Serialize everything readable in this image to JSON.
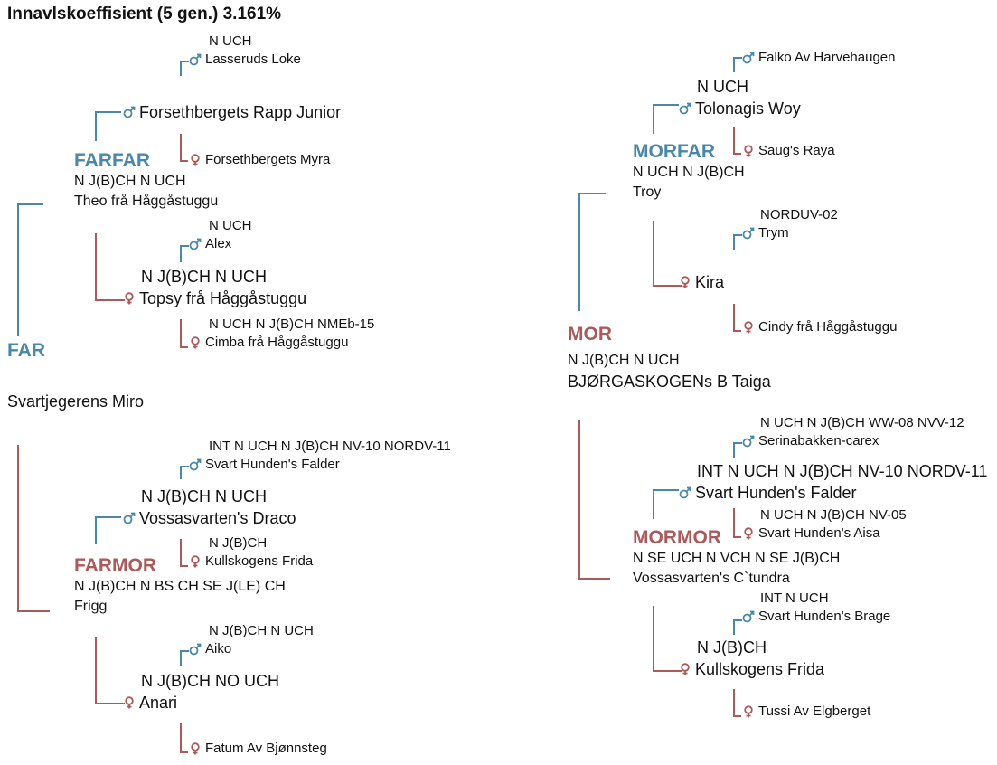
{
  "colors": {
    "male": "#4a87a8",
    "female": "#a95a5a",
    "text": "#111111"
  },
  "header": {
    "title": "Innavlskoeffisient (5 gen.) 3.161%"
  },
  "subject": {
    "name": "Svartjegerens Miro"
  },
  "roles": {
    "far": "FAR",
    "mor": "MOR",
    "farfar": "FARFAR",
    "farmor": "FARMOR",
    "morfar": "MORFAR",
    "mormor": "MORMOR"
  },
  "far": {
    "title": "",
    "name": ""
  },
  "farfar": {
    "title": "N J(B)CH N UCH",
    "name": "Theo frå Håggåstuggu"
  },
  "ff_f": {
    "title": "",
    "name": "Forsethbergets Rapp Junior"
  },
  "ff_f_f": {
    "title": "N UCH",
    "name": "Lasseruds Loke"
  },
  "ff_f_m": {
    "title": "",
    "name": "Forsethbergets Myra"
  },
  "ff_m": {
    "title": "N J(B)CH N UCH",
    "name": "Topsy frå Håggåstuggu"
  },
  "ff_m_f": {
    "title": "N UCH",
    "name": "Alex"
  },
  "ff_m_m": {
    "title": "N UCH N J(B)CH NMEb-15",
    "name": "Cimba frå Håggåstuggu"
  },
  "farmor": {
    "title": "N J(B)CH N BS CH SE J(LE) CH",
    "name": "Frigg"
  },
  "fm_f": {
    "title": "N J(B)CH N UCH",
    "name": "Vossasvarten's Draco"
  },
  "fm_f_f": {
    "title": "INT N UCH N J(B)CH NV-10 NORDV-11",
    "name": "Svart Hunden's Falder"
  },
  "fm_f_m": {
    "title": "N J(B)CH",
    "name": "Kullskogens Frida"
  },
  "fm_m": {
    "title": "N J(B)CH NO UCH",
    "name": "Anari"
  },
  "fm_m_f": {
    "title": "N J(B)CH N UCH",
    "name": "Aiko"
  },
  "fm_m_m": {
    "title": "",
    "name": "Fatum Av Bjønnsteg"
  },
  "mor": {
    "title": "N J(B)CH N UCH",
    "name": "BJØRGASKOGENs B Taiga"
  },
  "morfar": {
    "title": "N UCH N J(B)CH",
    "name": "Troy"
  },
  "mf_f": {
    "title": "N UCH",
    "name": "Tolonagis Woy"
  },
  "mf_f_f": {
    "title": "",
    "name": "Falko Av Harvehaugen"
  },
  "mf_f_m": {
    "title": "",
    "name": "Saug's Raya"
  },
  "mf_m": {
    "title": "",
    "name": "Kira"
  },
  "mf_m_f": {
    "title": "NORDUV-02",
    "name": "Trym"
  },
  "mf_m_m": {
    "title": "",
    "name": "Cindy frå Håggåstuggu"
  },
  "mormor": {
    "title": "N SE UCH N VCH N SE J(B)CH",
    "name": "Vossasvarten's C`tundra"
  },
  "mm_f": {
    "title": "INT N UCH N J(B)CH NV-10 NORDV-11",
    "name": "Svart Hunden's Falder"
  },
  "mm_f_f": {
    "title": "N UCH N J(B)CH WW-08 NVV-12",
    "name": "Serinabakken-carex"
  },
  "mm_f_m": {
    "title": "N UCH N J(B)CH NV-05",
    "name": "Svart Hunden's Aisa"
  },
  "mm_m": {
    "title": "N J(B)CH",
    "name": "Kullskogens Frida"
  },
  "mm_m_f": {
    "title": "INT N UCH",
    "name": "Svart Hunden's Brage"
  },
  "mm_m_m": {
    "title": "",
    "name": "Tussi Av Elgberget"
  }
}
